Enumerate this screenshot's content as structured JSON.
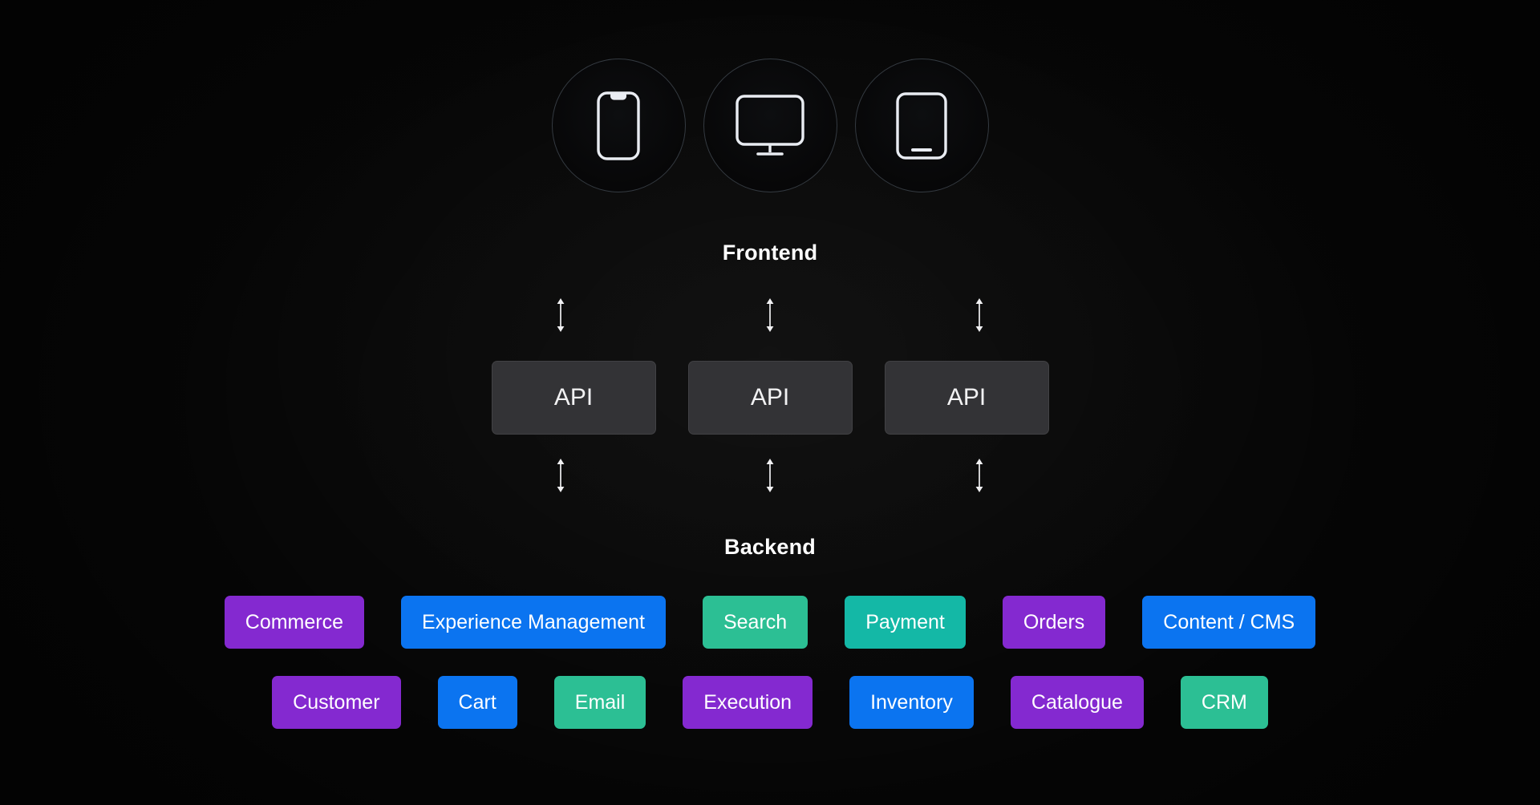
{
  "palette": {
    "background": "#050505",
    "purple": "#8429D0",
    "blue": "#0B74F0",
    "green": "#2CBF94",
    "teal": "#14B8A6",
    "api_box": "#333336",
    "text": "#ffffff",
    "circle_border": "#2a3038"
  },
  "frontend": {
    "title": "Frontend",
    "devices": [
      {
        "name": "mobile-phone-icon",
        "label": "Mobile"
      },
      {
        "name": "desktop-monitor-icon",
        "label": "Desktop"
      },
      {
        "name": "tablet-icon",
        "label": "Tablet"
      }
    ]
  },
  "api_layer": {
    "boxes": [
      {
        "label": "API"
      },
      {
        "label": "API"
      },
      {
        "label": "API"
      }
    ]
  },
  "connectors": {
    "top": [
      {
        "label": "bidirectional-arrow"
      },
      {
        "label": "bidirectional-arrow"
      },
      {
        "label": "bidirectional-arrow"
      }
    ],
    "bottom": [
      {
        "label": "bidirectional-arrow"
      },
      {
        "label": "bidirectional-arrow"
      },
      {
        "label": "bidirectional-arrow"
      }
    ]
  },
  "backend": {
    "title": "Backend",
    "rows": [
      [
        {
          "label": "Commerce",
          "color": "#8429D0"
        },
        {
          "label": "Experience Management",
          "color": "#0B74F0"
        },
        {
          "label": "Search",
          "color": "#2CBF94"
        },
        {
          "label": "Payment",
          "color": "#14B8A6"
        },
        {
          "label": "Orders",
          "color": "#8429D0"
        },
        {
          "label": "Content / CMS",
          "color": "#0B74F0"
        }
      ],
      [
        {
          "label": "Customer",
          "color": "#8429D0"
        },
        {
          "label": "Cart",
          "color": "#0B74F0"
        },
        {
          "label": "Email",
          "color": "#2CBF94"
        },
        {
          "label": "Execution",
          "color": "#8429D0"
        },
        {
          "label": "Inventory",
          "color": "#0B74F0"
        },
        {
          "label": "Catalogue",
          "color": "#8429D0"
        },
        {
          "label": "CRM",
          "color": "#2CBF94"
        }
      ]
    ]
  }
}
